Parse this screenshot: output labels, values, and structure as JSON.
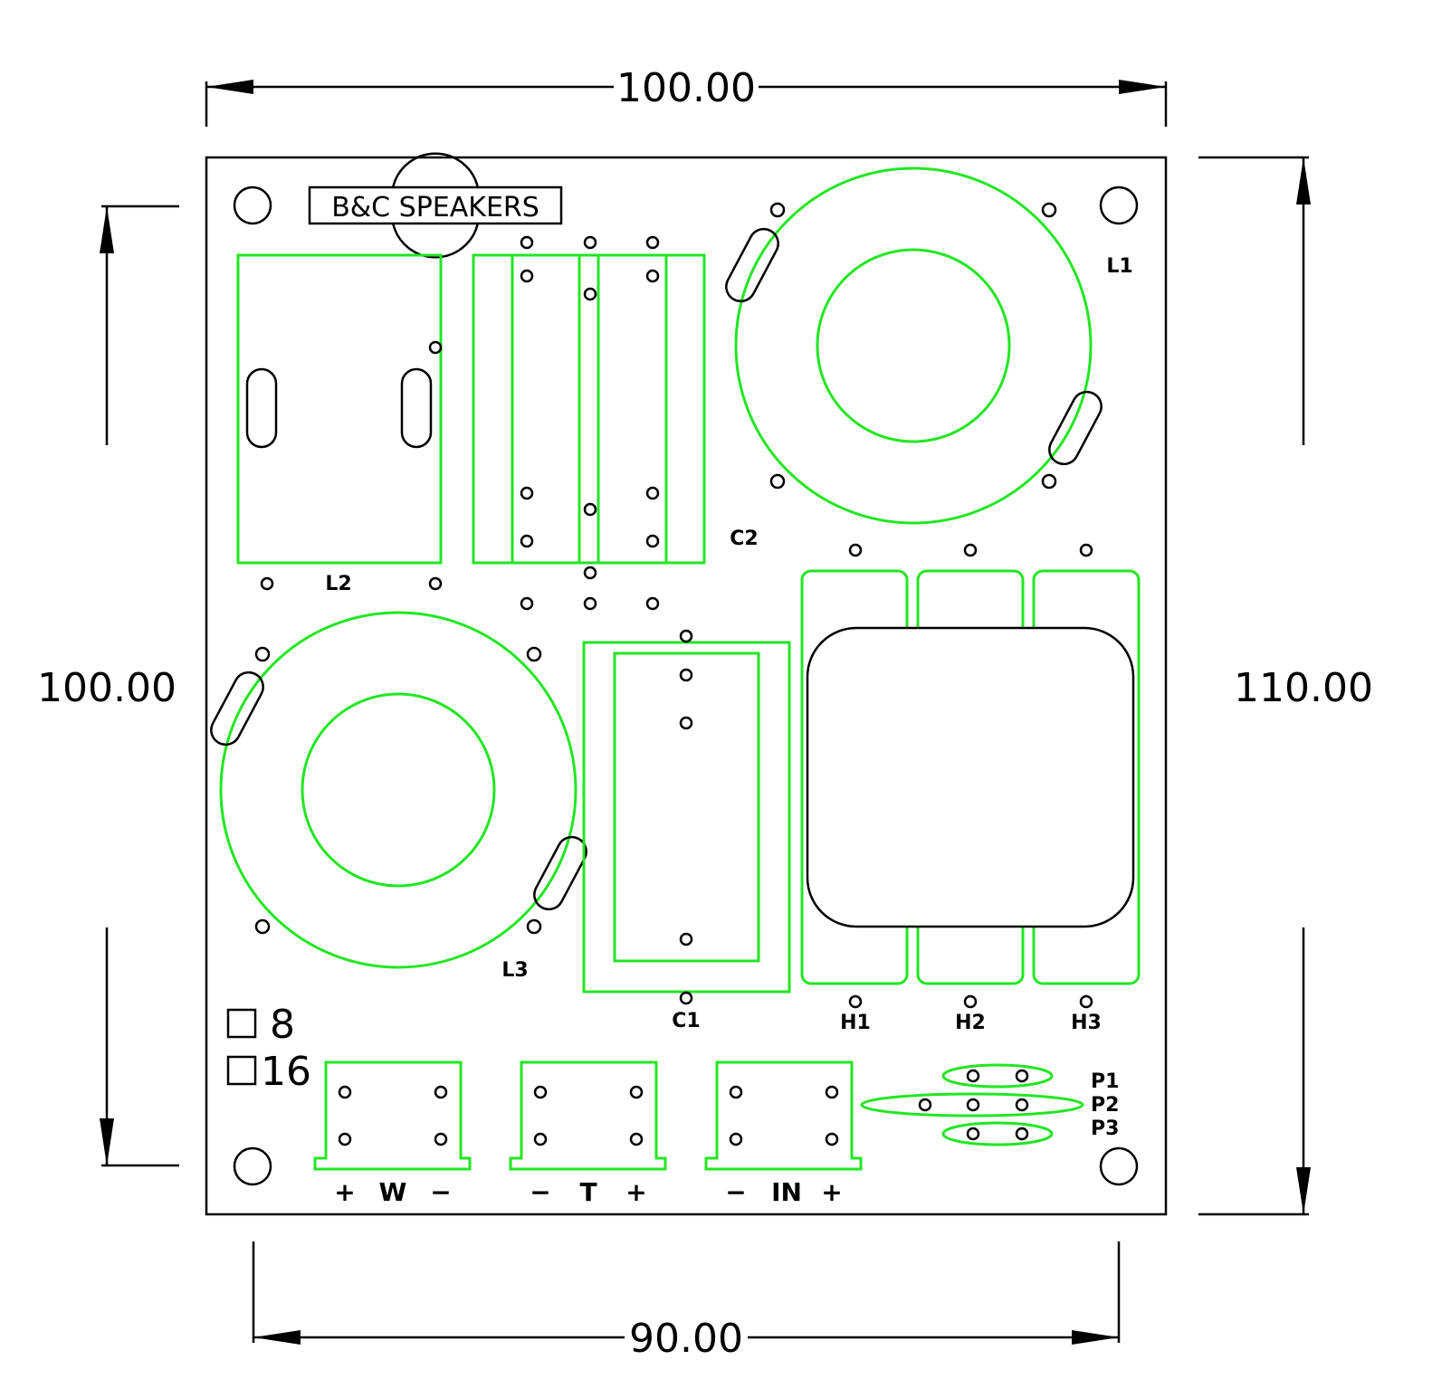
{
  "dimensions": {
    "top": "100.00",
    "left": "100.00",
    "right": "110.00",
    "bottom": "90.00"
  },
  "brand": "B&C SPEAKERS",
  "components": {
    "l1": "L1",
    "l2": "L2",
    "l3": "L3",
    "c1": "C1",
    "c2": "C2",
    "h1": "H1",
    "h2": "H2",
    "h3": "H3",
    "p1": "P1",
    "p2": "P2",
    "p3": "P3"
  },
  "impedance": {
    "opt1": "8",
    "opt2": "16"
  },
  "terminals": {
    "woofer": {
      "plus": "+",
      "name": "W",
      "minus": "−"
    },
    "tweeter": {
      "minus": "−",
      "name": "T",
      "plus": "+"
    },
    "input": {
      "minus": "−",
      "name": "IN",
      "plus": "+"
    }
  },
  "colors": {
    "outline": "#000000",
    "component_outline": "#22e622"
  }
}
